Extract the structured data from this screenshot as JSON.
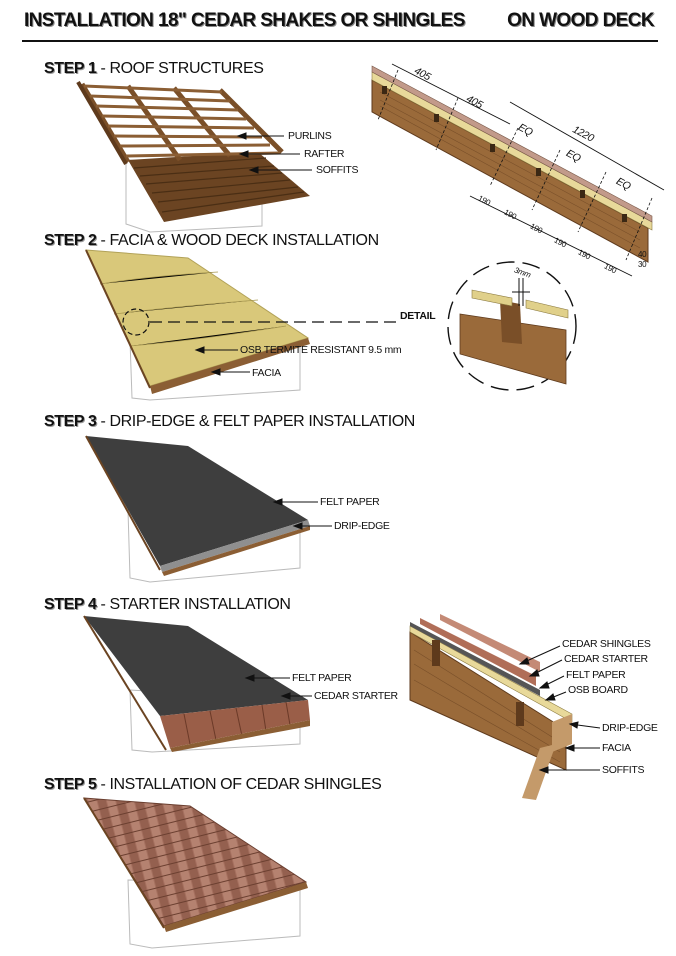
{
  "header": {
    "title_left": "INSTALLATION 18\" CEDAR SHAKES OR SHINGLES",
    "title_right": "ON WOOD DECK"
  },
  "steps": [
    {
      "num": "STEP 1",
      "title": "ROOF STRUCTURES"
    },
    {
      "num": "STEP 2",
      "title": "FACIA & WOOD DECK INSTALLATION"
    },
    {
      "num": "STEP 3",
      "title": "DRIP-EDGE & FELT PAPER INSTALLATION"
    },
    {
      "num": "STEP 4",
      "title": "STARTER INSTALLATION"
    },
    {
      "num": "STEP 5",
      "title": "INSTALLATION OF CEDAR SHINGLES"
    }
  ],
  "step1": {
    "labels": {
      "purlins": "PURLINS",
      "rafter": "RAFTER",
      "soffits": "SOFFITS"
    },
    "dims": {
      "d1": "405",
      "d2": "405",
      "eq1": "EQ",
      "eq2": "EQ",
      "eq3": "EQ",
      "total": "1220",
      "small": [
        "190",
        "190",
        "190",
        "190",
        "190",
        "190"
      ],
      "d40": "40",
      "d30": "30"
    }
  },
  "step2": {
    "labels": {
      "osb": "OSB TERMITE RESISTANT 9.5 mm",
      "facia": "FACIA",
      "detail": "DETAIL",
      "gap": "3mm"
    }
  },
  "step3": {
    "labels": {
      "felt": "FELT PAPER",
      "drip": "DRIP-EDGE"
    }
  },
  "step4": {
    "labels": {
      "felt": "FELT PAPER",
      "starter": "CEDAR STARTER"
    },
    "section_labels": {
      "shingles": "CEDAR SHINGLES",
      "starter": "CEDAR STARTER",
      "felt": "FELT PAPER",
      "osb": "OSB BOARD",
      "drip": "DRIP-EDGE",
      "facia": "FACIA",
      "soffits": "SOFFITS"
    }
  },
  "colors": {
    "wood": "#8b5e34",
    "wood_dark": "#5e3a1c",
    "osb": "#d9c87a",
    "felt": "#3e3e3e",
    "shingle": "#a5705f"
  }
}
